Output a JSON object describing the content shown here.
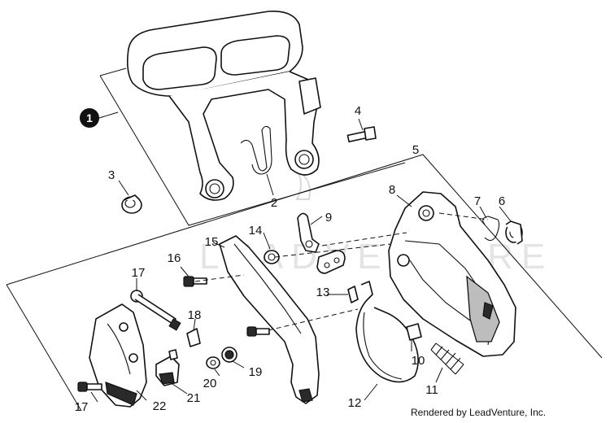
{
  "diagram": {
    "assembly_callout": "1",
    "callouts": [
      {
        "id": "2",
        "text": "2"
      },
      {
        "id": "3",
        "text": "3"
      },
      {
        "id": "4",
        "text": "4"
      },
      {
        "id": "5",
        "text": "5"
      },
      {
        "id": "6",
        "text": "6"
      },
      {
        "id": "7",
        "text": "7"
      },
      {
        "id": "8",
        "text": "8"
      },
      {
        "id": "9",
        "text": "9"
      },
      {
        "id": "10",
        "text": "10"
      },
      {
        "id": "11",
        "text": "11"
      },
      {
        "id": "12",
        "text": "12"
      },
      {
        "id": "13",
        "text": "13"
      },
      {
        "id": "14",
        "text": "14"
      },
      {
        "id": "15",
        "text": "15"
      },
      {
        "id": "16",
        "text": "16"
      },
      {
        "id": "17a",
        "text": "17"
      },
      {
        "id": "17b",
        "text": "17"
      },
      {
        "id": "18",
        "text": "18"
      },
      {
        "id": "19",
        "text": "19"
      },
      {
        "id": "20",
        "text": "20"
      },
      {
        "id": "21",
        "text": "21"
      },
      {
        "id": "22",
        "text": "22"
      }
    ],
    "watermark": "LEADVENTURE",
    "credit": "Rendered by LeadVenture, Inc."
  }
}
